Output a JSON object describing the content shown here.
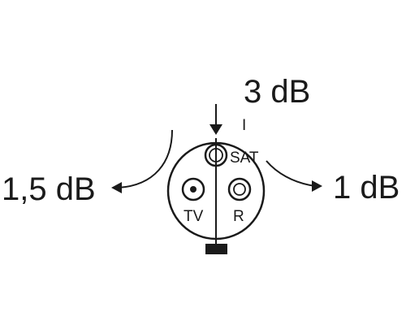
{
  "labels": {
    "top_attenuation": "3 dB",
    "left_attenuation": "1,5 dB",
    "right_attenuation": "1 dB",
    "top_marker": "I"
  },
  "ports": {
    "sat": "SAT",
    "tv": "TV",
    "radio": "R"
  },
  "colors": {
    "ink": "#1a1a1a",
    "background": "#ffffff"
  },
  "icons": {
    "socket": "antenna-socket-icon",
    "arrow_down": "arrow-down-icon",
    "arrow_left": "curved-arrow-left-icon",
    "arrow_right": "curved-arrow-right-icon"
  }
}
